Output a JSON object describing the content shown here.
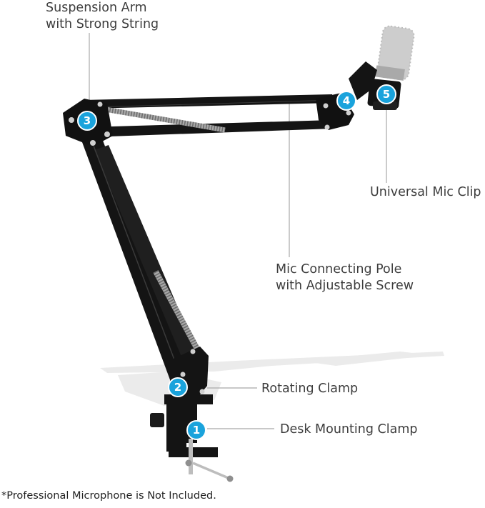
{
  "labels": {
    "suspension_arm_line1": "Suspension Arm",
    "suspension_arm_line2": "with Strong String",
    "universal_mic_clip": "Universal Mic Clip",
    "mic_pole_line1": "Mic Connecting Pole",
    "mic_pole_line2": "with Adjustable Screw",
    "rotating_clamp": "Rotating Clamp",
    "desk_mounting_clamp": "Desk Mounting Clamp"
  },
  "badges": {
    "b1": "1",
    "b2": "2",
    "b3": "3",
    "b4": "4",
    "b5": "5"
  },
  "footnote": "*Professional Microphone is Not Included.",
  "colors": {
    "badge": "#1aa3dc",
    "arm": "#141414",
    "spring": "#a8a8a8",
    "text": "#3d3d3d",
    "leader": "#b5b5b5"
  }
}
